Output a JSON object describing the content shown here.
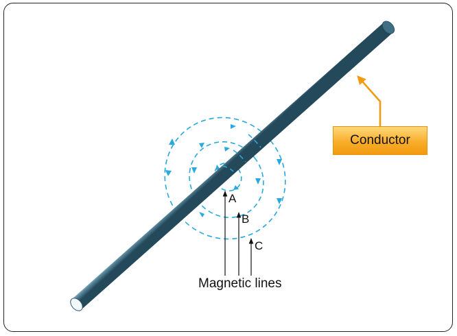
{
  "callout": {
    "label": "Conductor"
  },
  "labels": {
    "a": "A",
    "b": "B",
    "c": "C",
    "magnetic_lines": "Magnetic lines"
  },
  "colors": {
    "conductor_dark": "#2e5466",
    "conductor_light": "#d6eef5",
    "field_lines": "#29a9df",
    "callout_fill": "#f8ad2a",
    "callout_border": "#e8940f",
    "pointer": "#f29a12"
  }
}
